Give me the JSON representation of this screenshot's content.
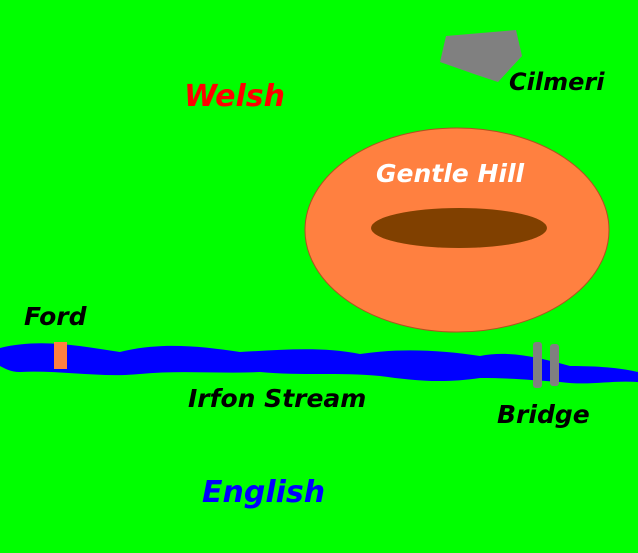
{
  "map": {
    "background_color": "#00ff00",
    "labels": {
      "welsh": "Welsh",
      "cilmeri": "Cilmeri",
      "gentle_hill": "Gentle Hill",
      "ford": "Ford",
      "irfon_stream": "Irfon Stream",
      "bridge": "Bridge",
      "english": "English"
    },
    "colors": {
      "welsh": "#ff0000",
      "english": "#0000ff",
      "stream": "#0000ff",
      "hill": "#ff8040",
      "hilltop": "#804000",
      "village": "#808080",
      "ford": "#ff8040",
      "bridge": "#808080",
      "hill_label": "#ffffff",
      "label": "#000000"
    }
  }
}
